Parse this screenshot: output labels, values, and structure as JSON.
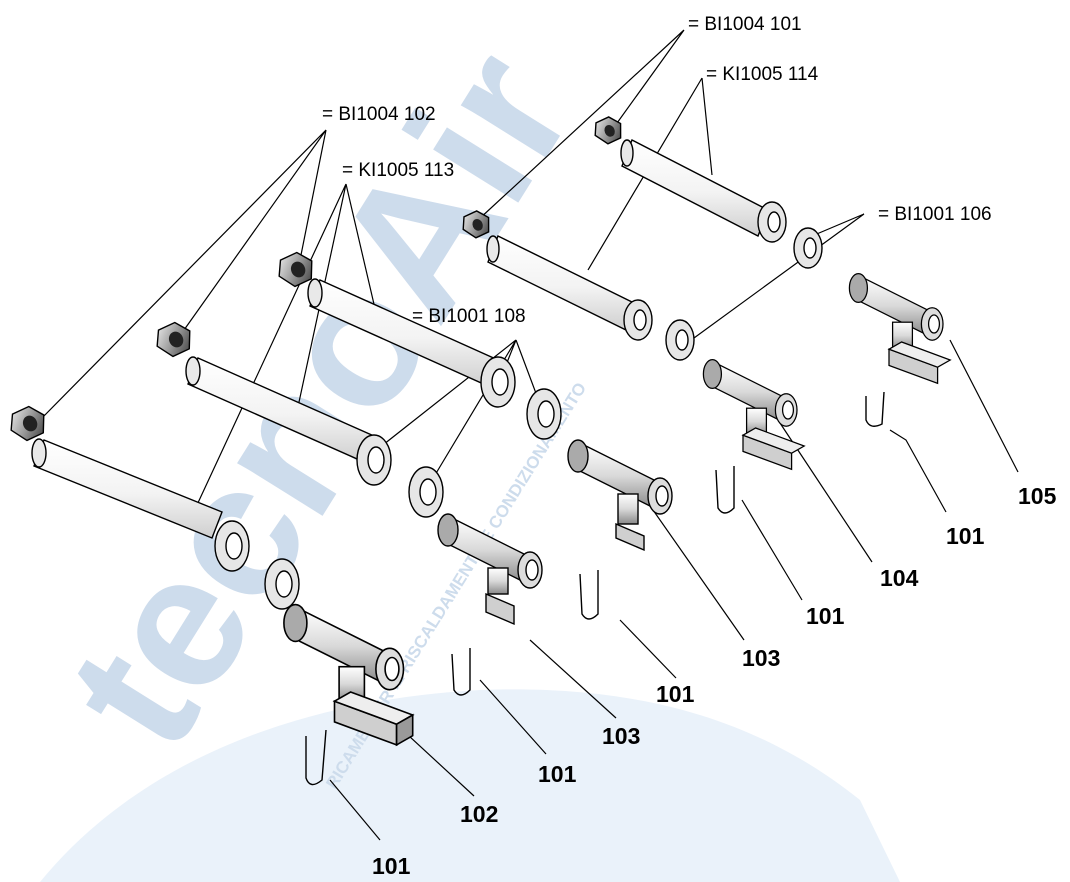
{
  "watermark": {
    "brand": "tecnoAir",
    "tagline": "RICAMBI PER IL RISCALDAMENTO E CONDIZIONAMENTO",
    "color": "#1f5fa8"
  },
  "references": [
    {
      "id": "ref-bi1004-101",
      "text": "= BI1004 101"
    },
    {
      "id": "ref-ki1005-114",
      "text": "= KI1005 114"
    },
    {
      "id": "ref-bi1004-102",
      "text": "= BI1004 102"
    },
    {
      "id": "ref-ki1005-113",
      "text": "= KI1005 113"
    },
    {
      "id": "ref-bi1001-106",
      "text": "= BI1001 106"
    },
    {
      "id": "ref-bi1001-108",
      "text": "= BI1001 108"
    }
  ],
  "parts": [
    {
      "id": "tee-102",
      "label": "102"
    },
    {
      "id": "tee-103-a",
      "label": "103"
    },
    {
      "id": "tee-103-b",
      "label": "103"
    },
    {
      "id": "tee-104",
      "label": "104"
    },
    {
      "id": "tee-105",
      "label": "105"
    }
  ],
  "clips": [
    {
      "id": "clip-1",
      "label": "101"
    },
    {
      "id": "clip-2",
      "label": "101"
    },
    {
      "id": "clip-3",
      "label": "101"
    },
    {
      "id": "clip-4",
      "label": "101"
    },
    {
      "id": "clip-5",
      "label": "101"
    }
  ]
}
